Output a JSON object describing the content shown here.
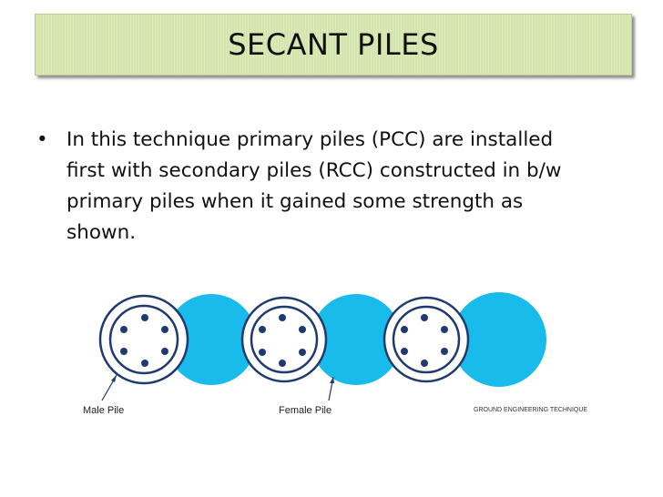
{
  "slide": {
    "title": "SECANT PILES",
    "bullet_marker": "•",
    "bullet_text": "In this technique primary piles (PCC) are installed first with secondary piles (RCC) constructed in b/w primary piles when it gained some strength as shown."
  },
  "diagram": {
    "male_label": "Male Pile",
    "female_label": "Female Pile",
    "credit": "GROUND ENGINEERING TECHNIQUE",
    "female_color": "#19bbeb",
    "dot_color": "#1e3a6e"
  }
}
